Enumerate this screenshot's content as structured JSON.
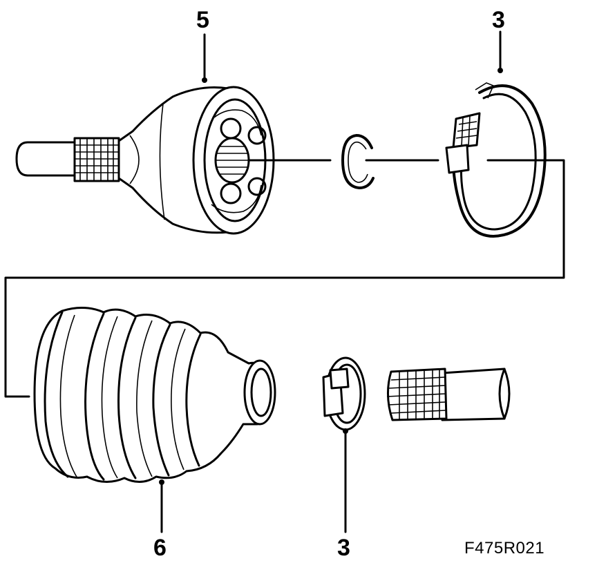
{
  "callouts": {
    "cv_joint": "5",
    "clamp_top": "3",
    "boot": "6",
    "clamp_bottom": "3"
  },
  "figure_code": "F475R021"
}
